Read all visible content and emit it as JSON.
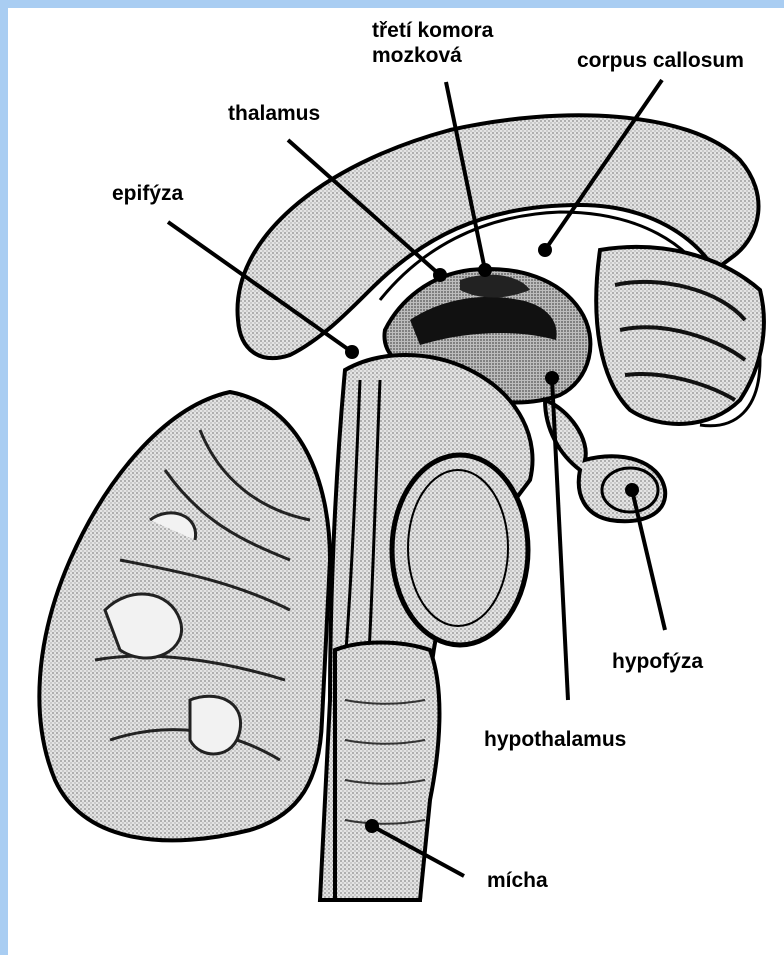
{
  "labels": {
    "treti_komora_line1": "třetí komora",
    "treti_komora_line2": "mozková",
    "corpus_callosum": "corpus callosum",
    "thalamus": "thalamus",
    "epifyza": "epifýza",
    "hypofyza": "hypofýza",
    "hypothalamus": "hypothalamus",
    "micha": "mícha"
  },
  "colors": {
    "frame_border": "#a9cdf2",
    "tissue": "#d2d2d2",
    "tissue_light": "#e6e6e6",
    "ink": "#000000"
  }
}
